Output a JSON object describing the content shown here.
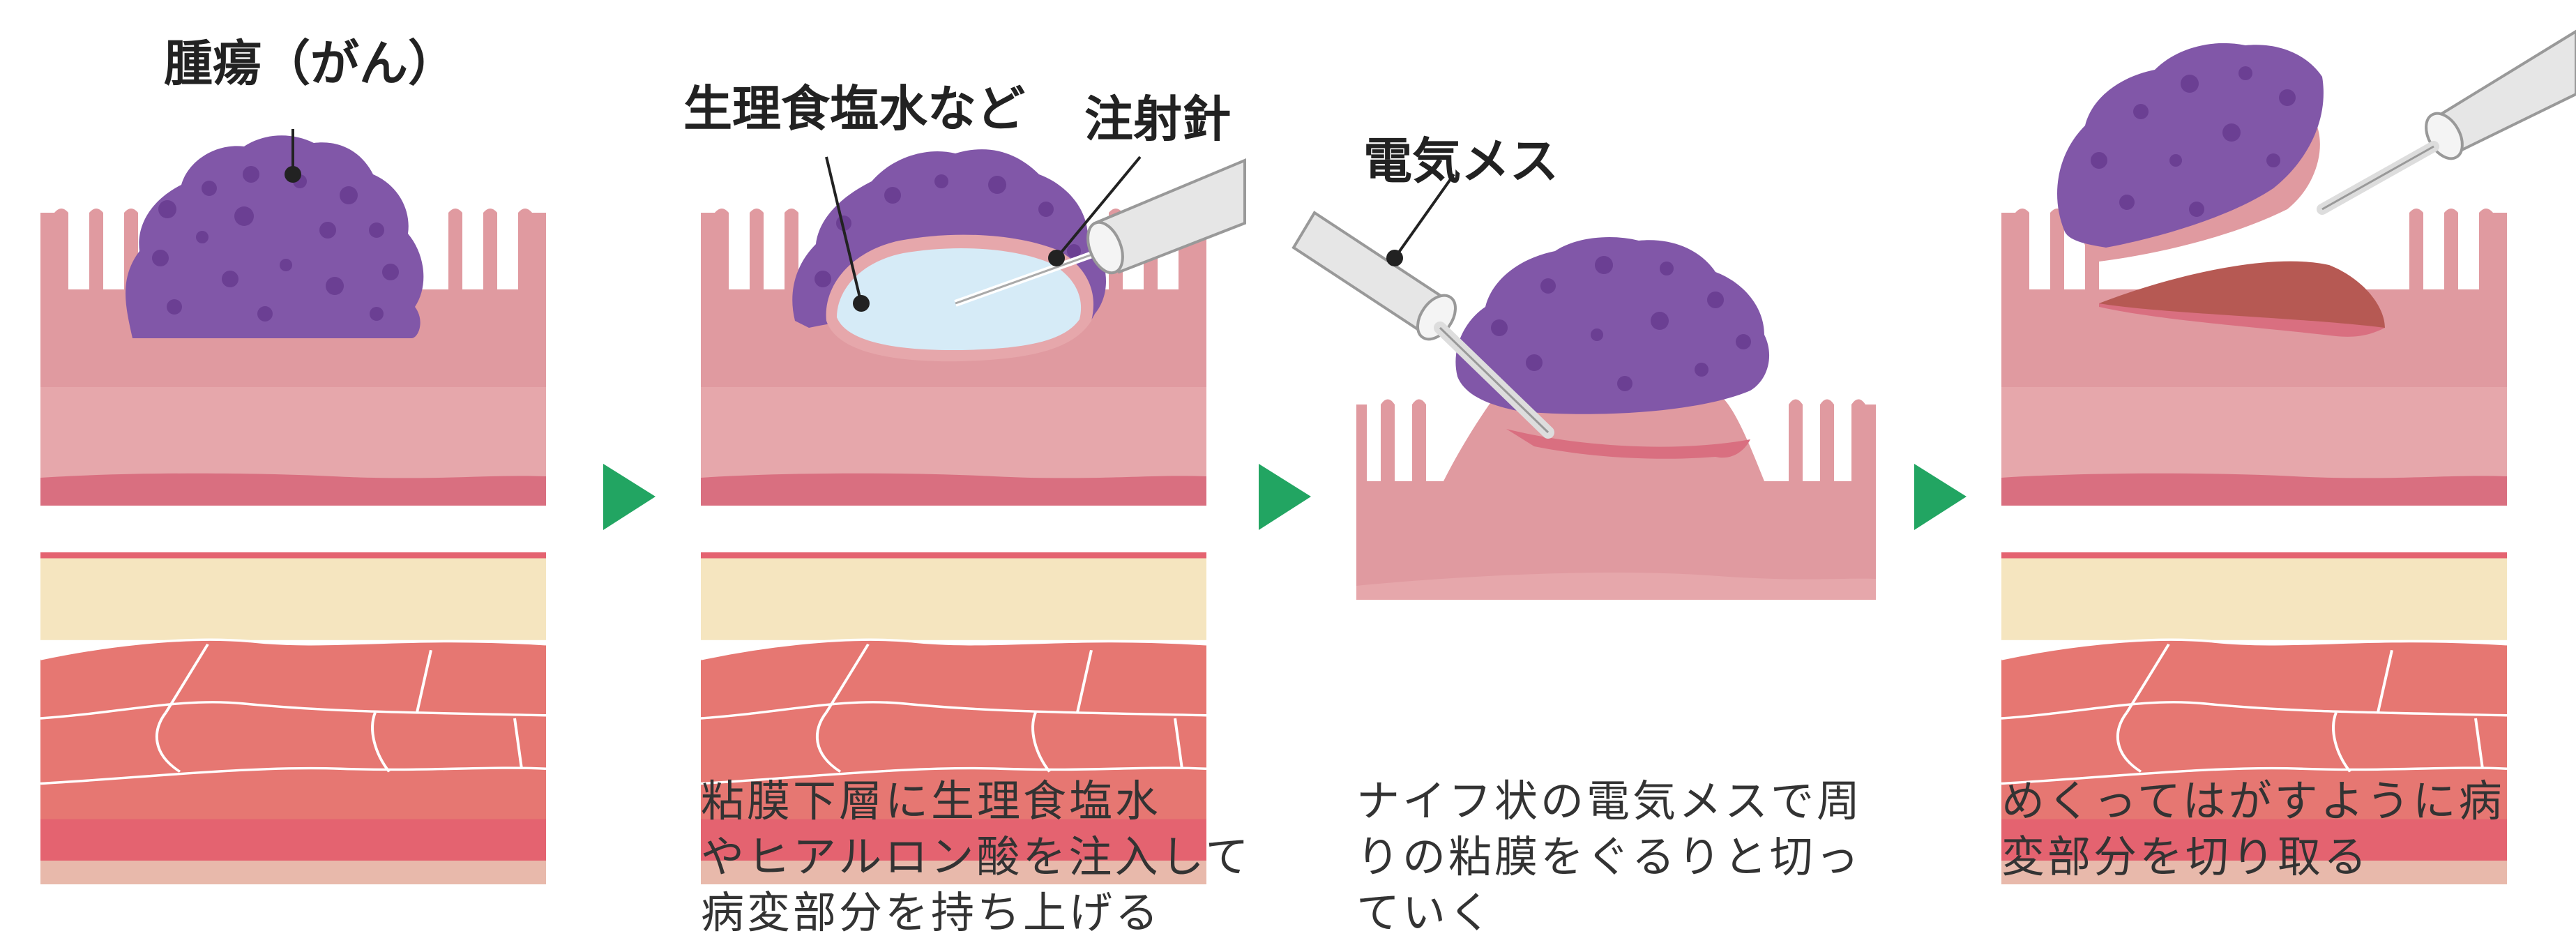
{
  "colors": {
    "mucosa": "#e09aa0",
    "mucosa_light": "#e6a7ab",
    "mucosa_dark": "#d96f80",
    "submucosa": "#f5e5bf",
    "muscle": "#e67772",
    "muscle_bottom": "#e46370",
    "serosa": "#e8b9ab",
    "tumor": "#8157a8",
    "tumor_spot": "#6b3f93",
    "saline": "#d6ebf7",
    "instrument": "#e6e6e6",
    "arrow": "#22a562",
    "wound": "#b65953"
  },
  "panels": [
    {
      "label": "腫瘍（がん）"
    },
    {
      "label": "生理食塩水など",
      "label2": "注射針",
      "caption": [
        "粘膜下層に生理食塩水",
        "やヒアルロン酸を注入して",
        "病変部分を持ち上げる"
      ]
    },
    {
      "label": "電気メス",
      "caption": [
        "ナイフ状の電気メスで周",
        "りの粘膜をぐるりと切っ",
        "ていく"
      ]
    },
    {
      "caption": [
        "めくってはがすように病",
        "変部分を切り取る"
      ]
    }
  ],
  "arrows": [
    {
      "icon": "triangle-right-icon"
    },
    {
      "icon": "triangle-right-icon"
    },
    {
      "icon": "triangle-right-icon"
    }
  ]
}
